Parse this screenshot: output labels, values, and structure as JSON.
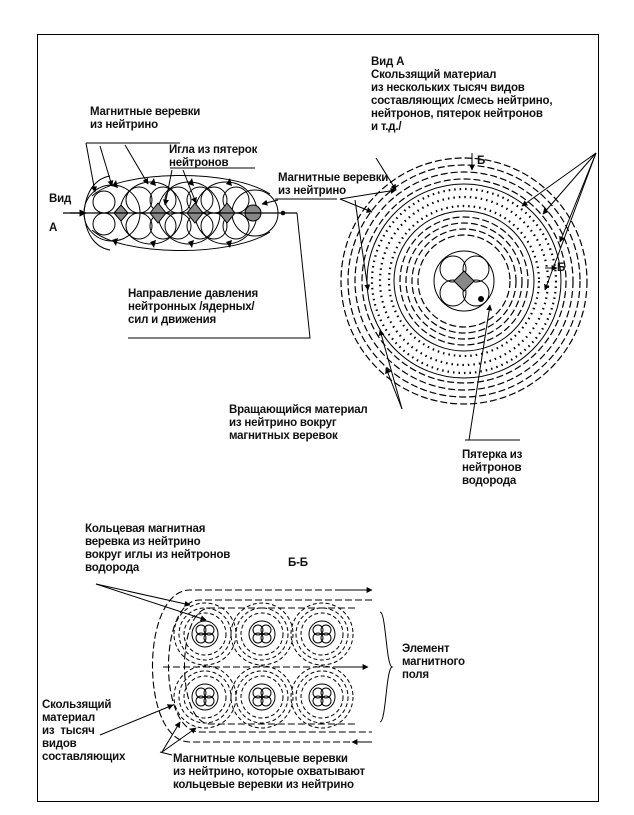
{
  "figure": {
    "labels": {
      "magnetic_ropes_top": "Магнитные веревки\nиз нейтрино",
      "needle": "Игла из пятерок\nнейтронов",
      "view_arrow_word": "Вид",
      "view_arrow_letter": "А",
      "magnetic_ropes_right": "Магнитные веревки\nиз нейтрино",
      "pressure_direction": "Направление давления\nнейтронных /ядерных/\nсил и движения",
      "view_a_title": "Вид А\nСкользящий материал\nиз нескольких тысяч видов\nсоставляющих /смесь нейтрино,\nнейтронов, пятерок нейтронов\nи т.д./",
      "section_mark_top": "Б",
      "section_mark_mid": "Б",
      "rotating_material": "Вращающийся материал\nиз нейтрино вокруг\nмагнитных веревок",
      "five_neutrons": "Пятерка из\nнейтронов\nводорода",
      "ring_rope": "Кольцевая магнитная\nверевка из нейтрино\nвокруг иглы из нейтронов\nводорода",
      "section_title": "Б-Б",
      "field_element": "Элемент\nмагнитного\nполя",
      "sliding_material": "Скользящий\nматериал\nиз  тысяч\nвидов\nсоставляющих",
      "ring_ropes_bottom": "Магнитные кольцевые веревки\nиз нейтрино, которые охватывают\nкольцевые веревки из нейтрино"
    }
  }
}
